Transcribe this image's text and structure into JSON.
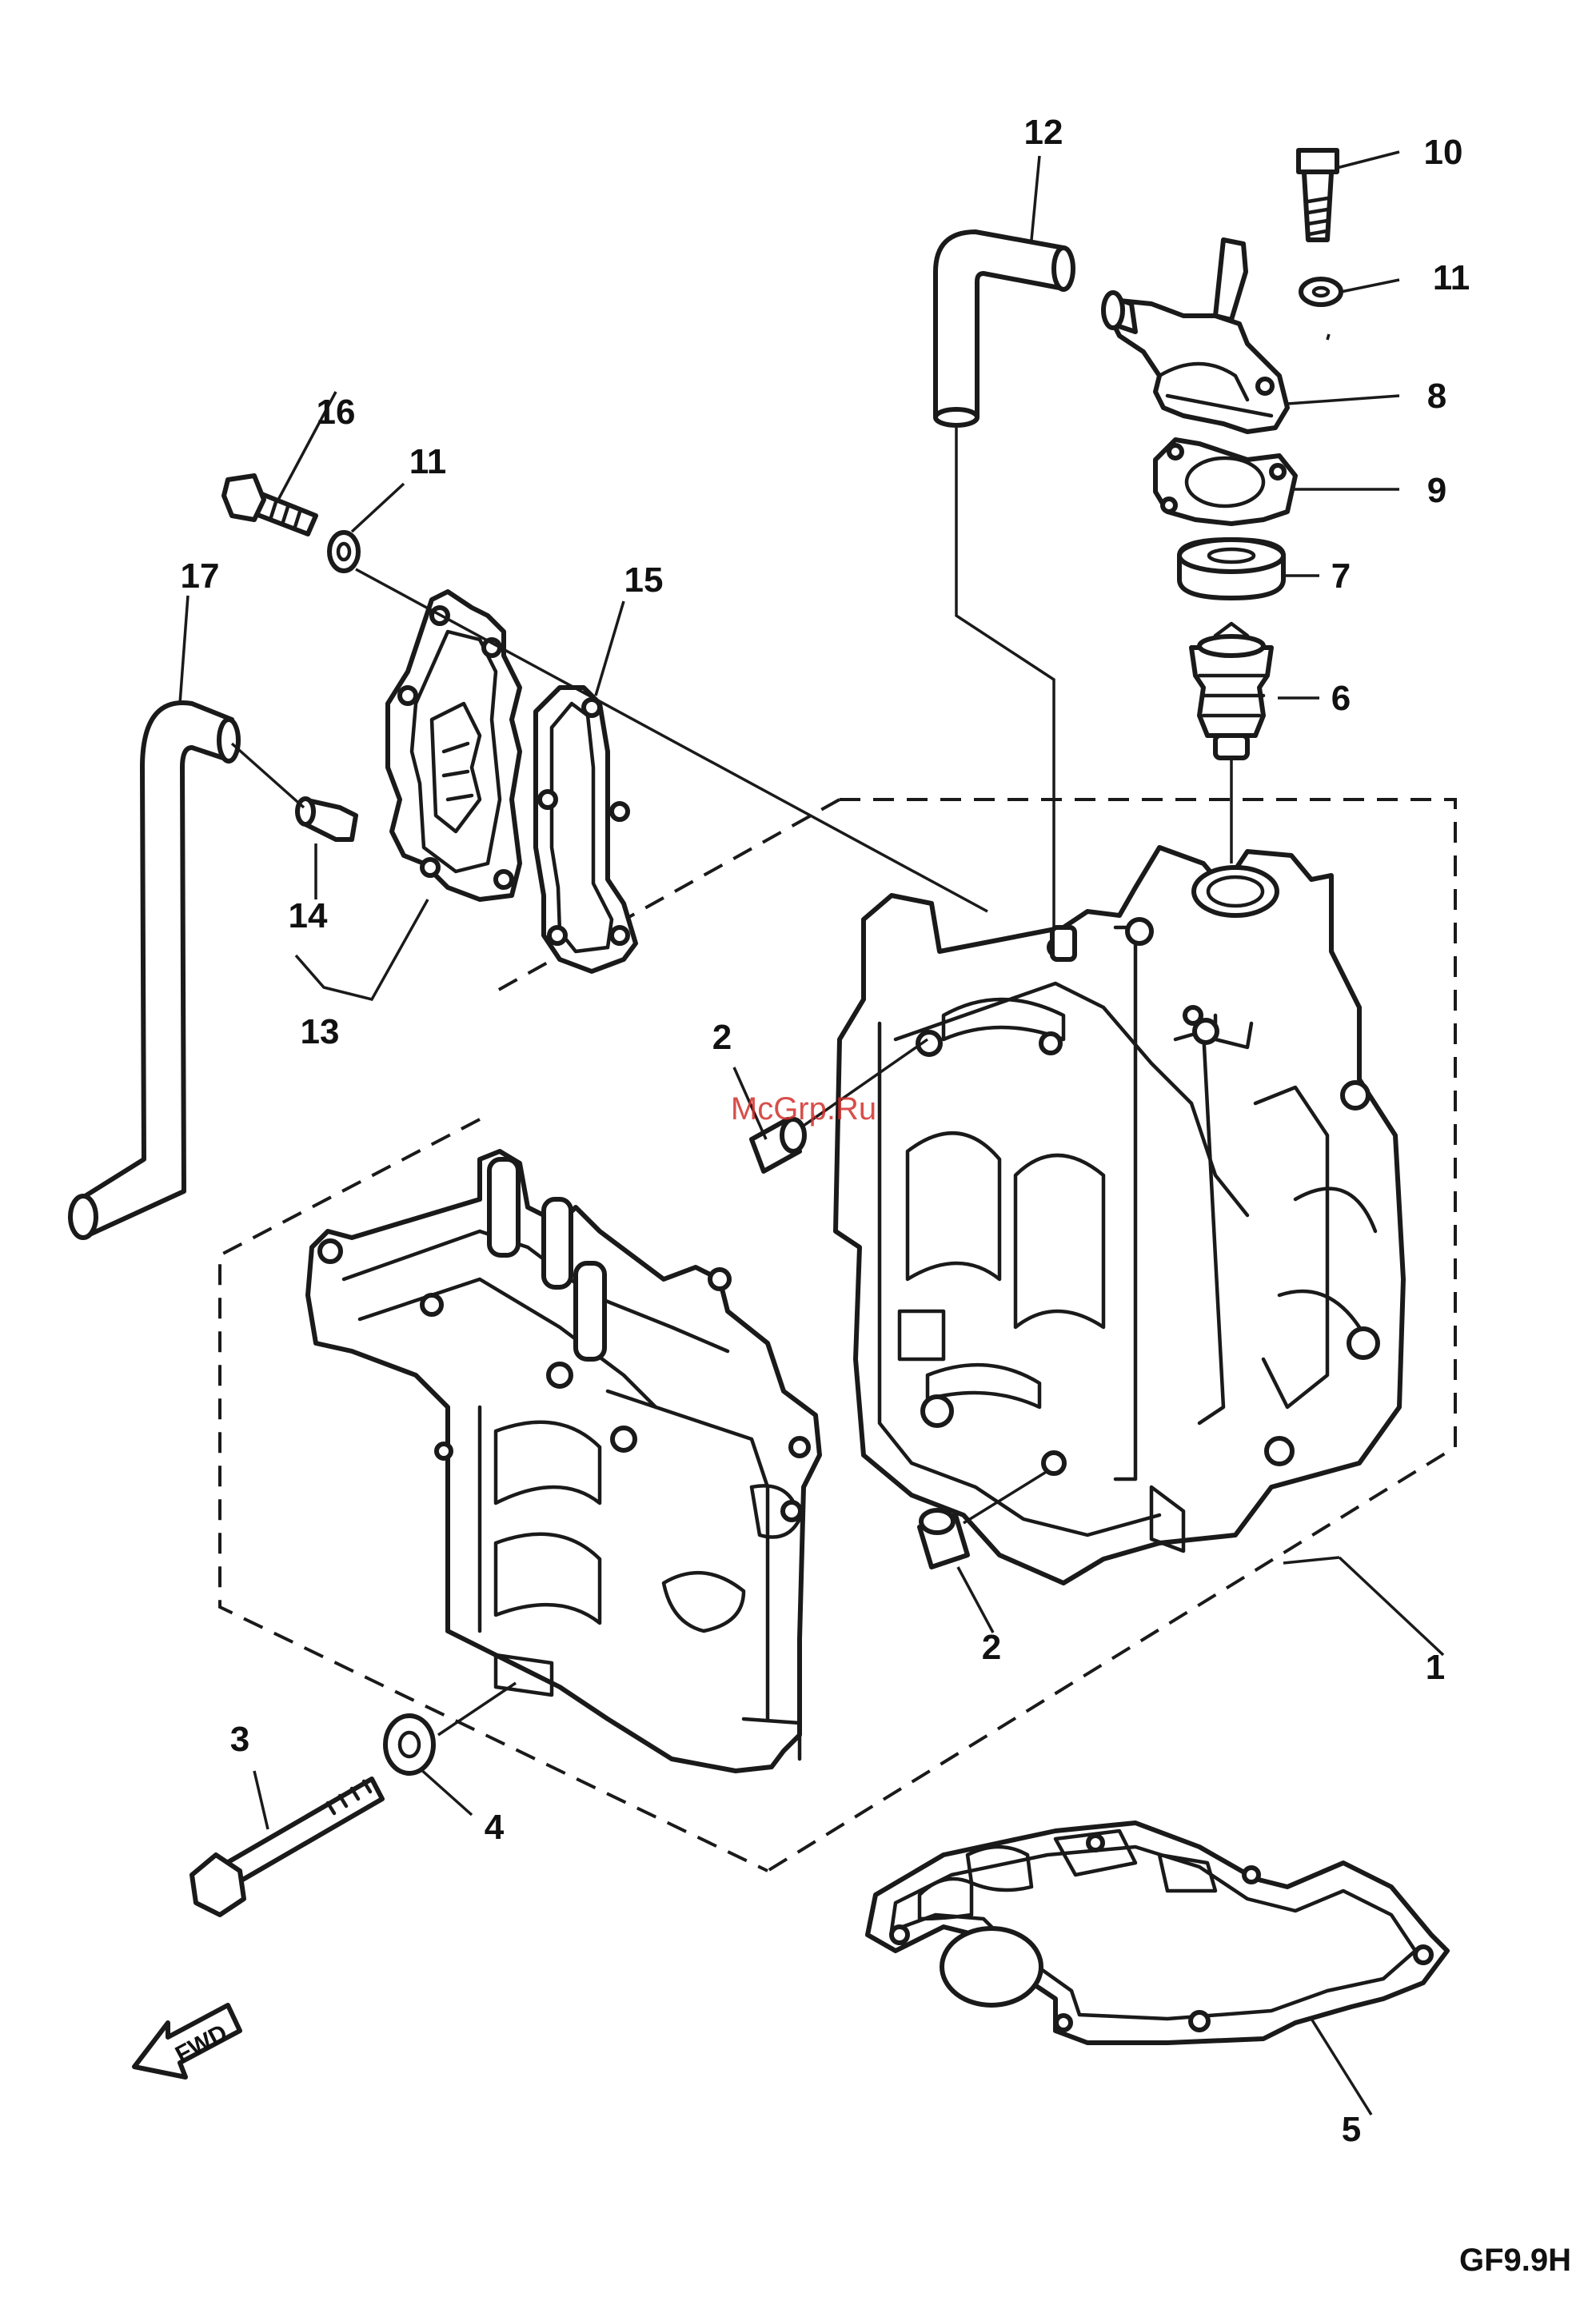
{
  "diagram": {
    "code": "GF9.9H",
    "watermark": "McGrp.Ru",
    "direction_label": "FWD",
    "callouts": [
      {
        "id": "c1",
        "label": "1"
      },
      {
        "id": "c2a",
        "label": "2"
      },
      {
        "id": "c2b",
        "label": "2"
      },
      {
        "id": "c3",
        "label": "3"
      },
      {
        "id": "c4",
        "label": "4"
      },
      {
        "id": "c5",
        "label": "5"
      },
      {
        "id": "c6",
        "label": "6"
      },
      {
        "id": "c7",
        "label": "7"
      },
      {
        "id": "c8",
        "label": "8"
      },
      {
        "id": "c9",
        "label": "9"
      },
      {
        "id": "c10",
        "label": "10"
      },
      {
        "id": "c11a",
        "label": "11"
      },
      {
        "id": "c11b",
        "label": "11"
      },
      {
        "id": "c12",
        "label": "12"
      },
      {
        "id": "c13",
        "label": "13"
      },
      {
        "id": "c14",
        "label": "14"
      },
      {
        "id": "c15",
        "label": "15"
      },
      {
        "id": "c16",
        "label": "16"
      },
      {
        "id": "c17",
        "label": "17"
      }
    ]
  }
}
